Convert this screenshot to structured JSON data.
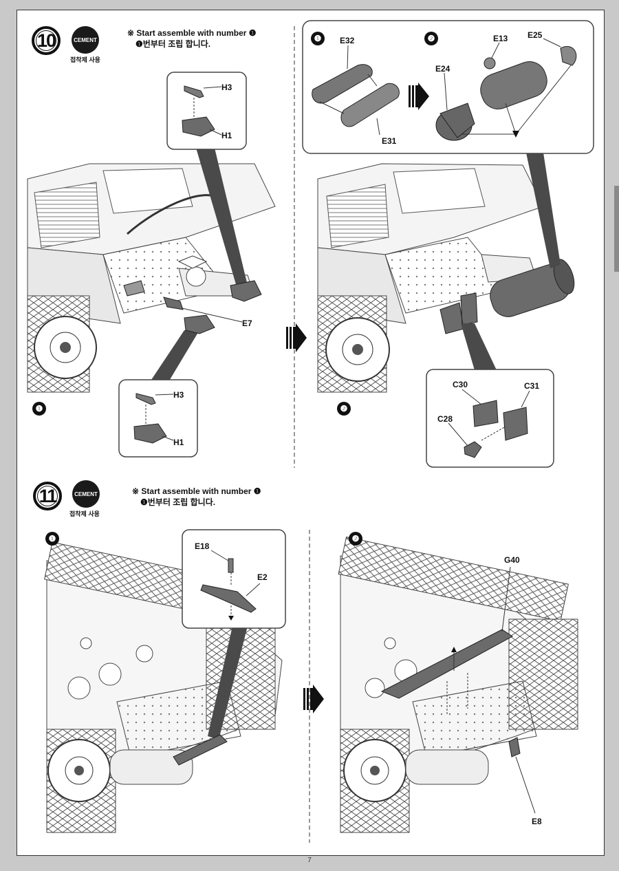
{
  "page_number": "7",
  "cement_label": "CEMENT",
  "cement_korean": "접착제 사용",
  "note_prefix": "※",
  "step10": {
    "number": "10",
    "note_en": "Start assemble with number ❶",
    "note_ko": "❶번부터 조립 합니다.",
    "sub1": "❶",
    "sub2": "❷",
    "detail_sub1": "❶",
    "detail_sub2": "❷",
    "labels": {
      "h3_top": "H3",
      "h1_top": "H1",
      "e7": "E7",
      "h3_bottom": "H3",
      "h1_bottom": "H1",
      "e32": "E32",
      "e31": "E31",
      "e24": "E24",
      "e13": "E13",
      "e25": "E25",
      "c30": "C30",
      "c31": "C31",
      "c28": "C28"
    }
  },
  "step11": {
    "number": "11",
    "note_en": "Start assemble with number ❶",
    "note_ko": "❶번부터 조립 합니다.",
    "sub1": "❶",
    "sub2": "❷",
    "labels": {
      "e18": "E18",
      "e2": "E2",
      "g40": "G40",
      "e8": "E8"
    }
  },
  "colors": {
    "line": "#333333",
    "part_fill": "#6b6b6b",
    "background": "#c9c9c9"
  }
}
